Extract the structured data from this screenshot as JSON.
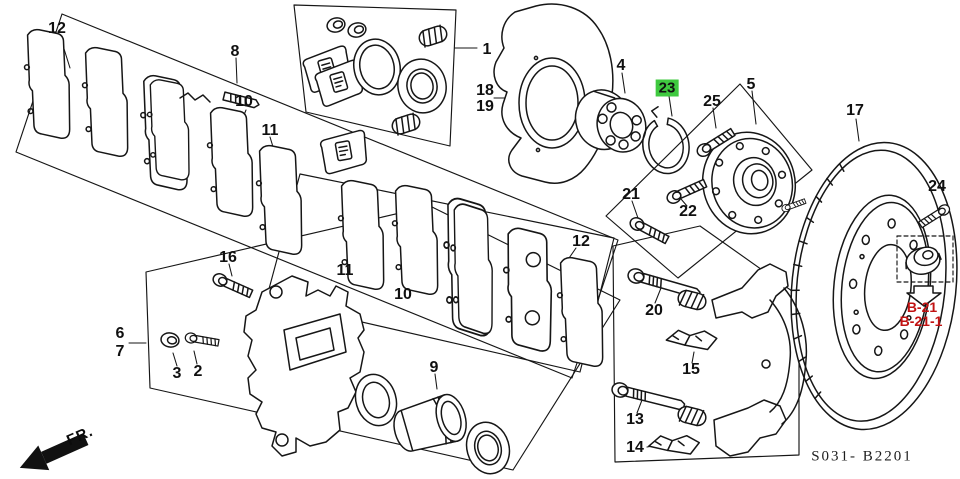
{
  "diagram": {
    "type": "exploded-parts-diagram",
    "subject": "front brake assembly",
    "line_color": "#161616",
    "highlight_color": "#3fc93f",
    "ref_color": "#c11212"
  },
  "callouts": [
    {
      "label": "12"
    },
    {
      "label": "8"
    },
    {
      "label": "10"
    },
    {
      "label": "11"
    },
    {
      "label": "1"
    },
    {
      "label": "18"
    },
    {
      "label": "19"
    },
    {
      "label": "4"
    },
    {
      "label": "23",
      "highlighted": true
    },
    {
      "label": "25"
    },
    {
      "label": "5"
    },
    {
      "label": "17"
    },
    {
      "label": "24"
    },
    {
      "label": "21"
    },
    {
      "label": "22"
    },
    {
      "label": "16"
    },
    {
      "label": "6"
    },
    {
      "label": "7"
    },
    {
      "label": "3"
    },
    {
      "label": "2"
    },
    {
      "label": "11"
    },
    {
      "label": "10"
    },
    {
      "label": "12"
    },
    {
      "label": "9"
    },
    {
      "label": "20"
    },
    {
      "label": "15"
    },
    {
      "label": "13"
    },
    {
      "label": "14"
    }
  ],
  "refs": [
    {
      "label": "B-21"
    },
    {
      "label": "B-21-1"
    }
  ],
  "footer": {
    "code": "S031- B2201"
  },
  "fr": {
    "label": "FR."
  }
}
